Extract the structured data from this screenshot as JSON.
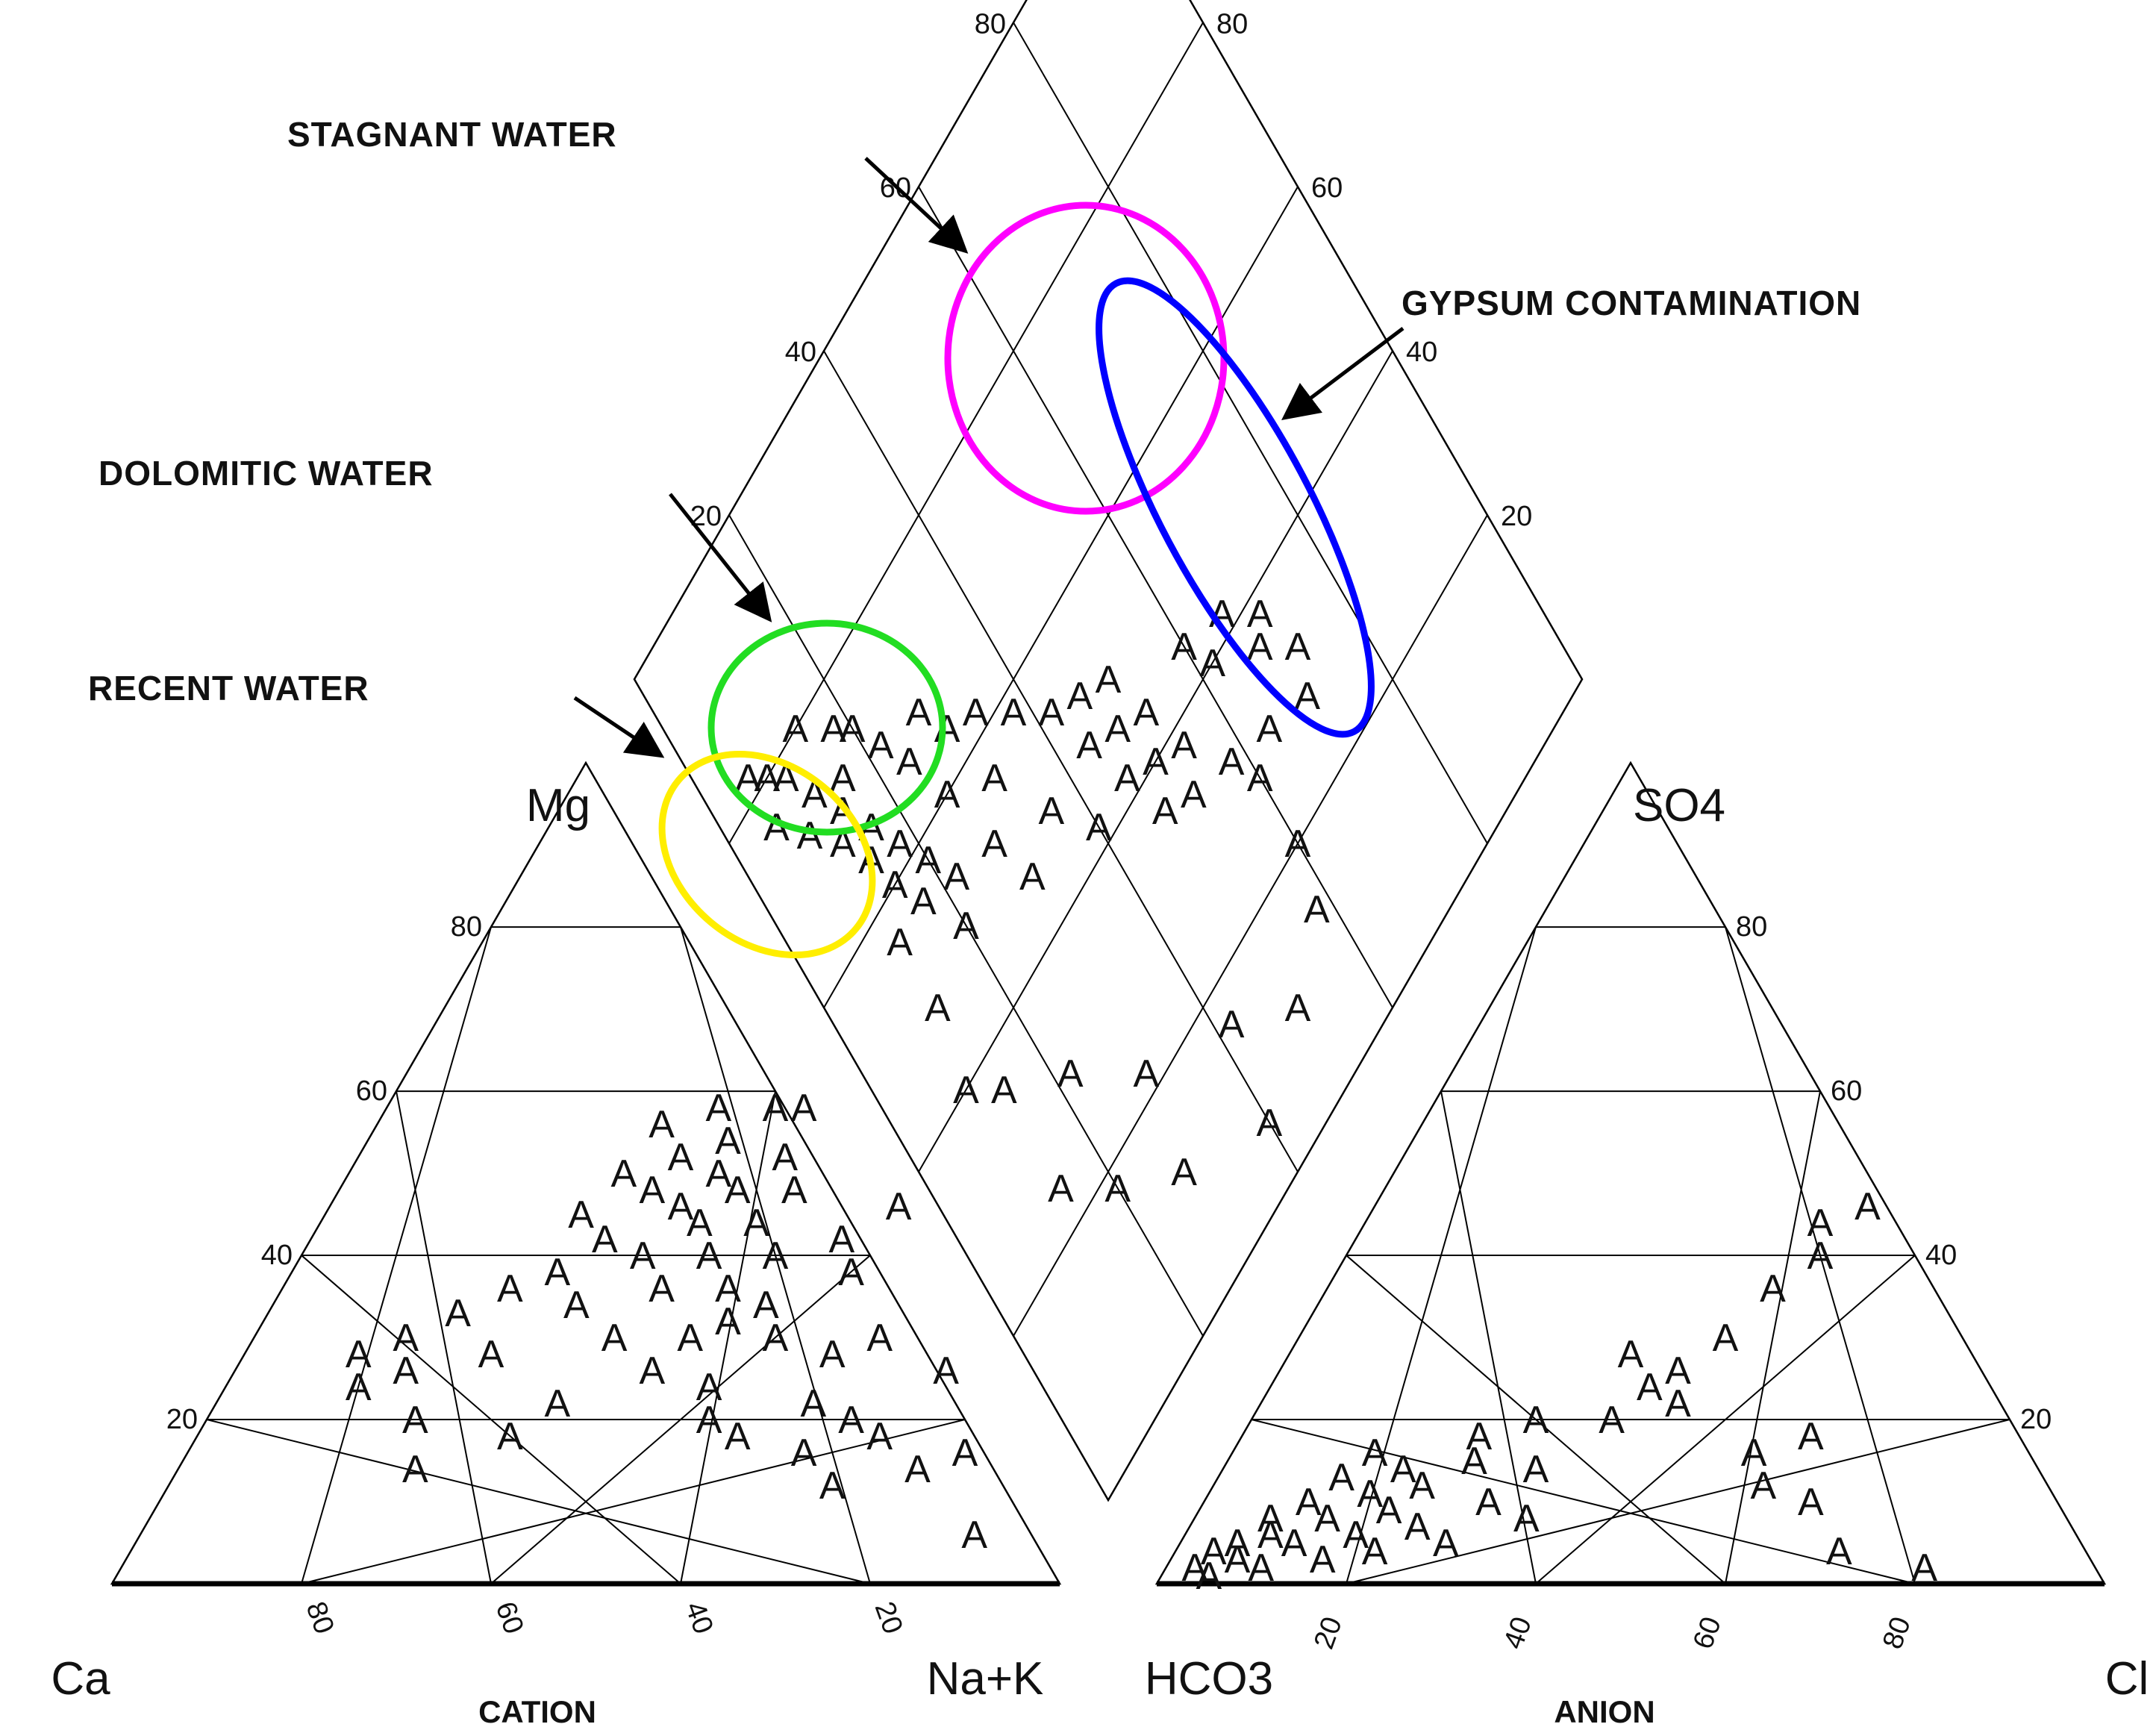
{
  "chart_data": {
    "type": "scatter",
    "subtype": "piper-trilinear",
    "marker": "A",
    "axis_labels": {
      "mg": "Mg",
      "ca": "Ca",
      "na_k": "Na+K",
      "so4": "SO4",
      "hco3": "HCO3",
      "cl": "Cl"
    },
    "captions": {
      "cation": "CATION",
      "anion": "ANION"
    },
    "tick_values": [
      "20",
      "40",
      "60",
      "80"
    ],
    "annotations": [
      {
        "id": "stagnant",
        "text": "STAGNANT WATER",
        "color": "#ff00ff"
      },
      {
        "id": "gypsum",
        "text": "GYPSUM CONTAMINATION",
        "color": "#0000ff"
      },
      {
        "id": "dolomitic",
        "text": "DOLOMITIC WATER",
        "color": "#22dd22"
      },
      {
        "id": "recent",
        "text": "RECENT WATER",
        "color": "#ffee00"
      }
    ],
    "cation_points": [
      {
        "na_k": 12,
        "mg": 28
      },
      {
        "na_k": 14,
        "mg": 24
      },
      {
        "na_k": 16,
        "mg": 30
      },
      {
        "na_k": 18,
        "mg": 26
      },
      {
        "na_k": 20,
        "mg": 33
      },
      {
        "na_k": 22,
        "mg": 20
      },
      {
        "na_k": 24,
        "mg": 36
      },
      {
        "na_k": 26,
        "mg": 28
      },
      {
        "na_k": 27,
        "mg": 45
      },
      {
        "na_k": 28,
        "mg": 38
      },
      {
        "na_k": 29,
        "mg": 50
      },
      {
        "na_k": 30,
        "mg": 56
      },
      {
        "na_k": 31,
        "mg": 42
      },
      {
        "na_k": 32,
        "mg": 34
      },
      {
        "na_k": 33,
        "mg": 48
      },
      {
        "na_k": 34,
        "mg": 52
      },
      {
        "na_k": 35,
        "mg": 58
      },
      {
        "na_k": 36,
        "mg": 40
      },
      {
        "na_k": 37,
        "mg": 46
      },
      {
        "na_k": 38,
        "mg": 30
      },
      {
        "na_k": 38,
        "mg": 54
      },
      {
        "na_k": 39,
        "mg": 50
      },
      {
        "na_k": 40,
        "mg": 44
      },
      {
        "na_k": 40,
        "mg": 36
      },
      {
        "na_k": 41,
        "mg": 58
      },
      {
        "na_k": 42,
        "mg": 48
      },
      {
        "na_k": 43,
        "mg": 40
      },
      {
        "na_k": 44,
        "mg": 26
      },
      {
        "na_k": 45,
        "mg": 52
      },
      {
        "na_k": 46,
        "mg": 44
      },
      {
        "na_k": 47,
        "mg": 36
      },
      {
        "na_k": 48,
        "mg": 48
      },
      {
        "na_k": 49,
        "mg": 32
      },
      {
        "na_k": 50,
        "mg": 40
      },
      {
        "na_k": 51,
        "mg": 24
      },
      {
        "na_k": 52,
        "mg": 34
      },
      {
        "na_k": 53,
        "mg": 20
      },
      {
        "na_k": 55,
        "mg": 30
      },
      {
        "na_k": 57,
        "mg": 18
      },
      {
        "na_k": 59,
        "mg": 38
      },
      {
        "na_k": 60,
        "mg": 46
      },
      {
        "na_k": 62,
        "mg": 28
      },
      {
        "na_k": 63,
        "mg": 22
      },
      {
        "na_k": 65,
        "mg": 16
      },
      {
        "na_k": 66,
        "mg": 30
      },
      {
        "na_k": 68,
        "mg": 20
      },
      {
        "na_k": 70,
        "mg": 12
      },
      {
        "na_k": 72,
        "mg": 18
      },
      {
        "na_k": 75,
        "mg": 26
      },
      {
        "na_k": 78,
        "mg": 14
      },
      {
        "na_k": 82,
        "mg": 16
      },
      {
        "na_k": 88,
        "mg": 6
      },
      {
        "na_k": 44,
        "mg": 58
      },
      {
        "na_k": 36,
        "mg": 22
      },
      {
        "na_k": 33,
        "mg": 18
      },
      {
        "na_k": 25,
        "mg": 14
      },
      {
        "na_k": 56,
        "mg": 42
      },
      {
        "na_k": 46,
        "mg": 30
      }
    ],
    "anion_points": [
      {
        "cl": 3,
        "so4": 2
      },
      {
        "cl": 4,
        "so4": 4
      },
      {
        "cl": 5,
        "so4": 1
      },
      {
        "cl": 6,
        "so4": 5
      },
      {
        "cl": 7,
        "so4": 3
      },
      {
        "cl": 8,
        "so4": 8
      },
      {
        "cl": 9,
        "so4": 6
      },
      {
        "cl": 10,
        "so4": 2
      },
      {
        "cl": 11,
        "so4": 10
      },
      {
        "cl": 12,
        "so4": 5
      },
      {
        "cl": 13,
        "so4": 13
      },
      {
        "cl": 14,
        "so4": 8
      },
      {
        "cl": 15,
        "so4": 16
      },
      {
        "cl": 16,
        "so4": 3
      },
      {
        "cl": 17,
        "so4": 11
      },
      {
        "cl": 18,
        "so4": 6
      },
      {
        "cl": 19,
        "so4": 14
      },
      {
        "cl": 20,
        "so4": 9
      },
      {
        "cl": 21,
        "so4": 4
      },
      {
        "cl": 22,
        "so4": 12
      },
      {
        "cl": 24,
        "so4": 7
      },
      {
        "cl": 26,
        "so4": 15
      },
      {
        "cl": 28,
        "so4": 5
      },
      {
        "cl": 30,
        "so4": 10
      },
      {
        "cl": 33,
        "so4": 14
      },
      {
        "cl": 35,
        "so4": 8
      },
      {
        "cl": 38,
        "so4": 20
      },
      {
        "cl": 40,
        "so4": 24
      },
      {
        "cl": 42,
        "so4": 26
      },
      {
        "cl": 45,
        "so4": 30
      },
      {
        "cl": 47,
        "so4": 36
      },
      {
        "cl": 50,
        "so4": 40
      },
      {
        "cl": 52,
        "so4": 46
      },
      {
        "cl": 55,
        "so4": 16
      },
      {
        "cl": 58,
        "so4": 12
      },
      {
        "cl": 60,
        "so4": 18
      },
      {
        "cl": 64,
        "so4": 10
      },
      {
        "cl": 70,
        "so4": 4
      },
      {
        "cl": 80,
        "so4": 2
      },
      {
        "cl": 36,
        "so4": 28
      },
      {
        "cl": 44,
        "so4": 22
      },
      {
        "cl": 48,
        "so4": 44
      },
      {
        "cl": 30,
        "so4": 20
      },
      {
        "cl": 25,
        "so4": 18
      }
    ],
    "diamond_points": [
      {
        "na_k": 18,
        "so4": 6
      },
      {
        "na_k": 20,
        "so4": 8
      },
      {
        "na_k": 22,
        "so4": 10
      },
      {
        "na_k": 24,
        "so4": 6
      },
      {
        "na_k": 26,
        "so4": 12
      },
      {
        "na_k": 28,
        "so4": 9
      },
      {
        "na_k": 30,
        "so4": 14
      },
      {
        "na_k": 32,
        "so4": 12
      },
      {
        "na_k": 34,
        "so4": 16
      },
      {
        "na_k": 36,
        "so4": 14
      },
      {
        "na_k": 38,
        "so4": 18
      },
      {
        "na_k": 40,
        "so4": 15
      },
      {
        "na_k": 42,
        "so4": 20
      },
      {
        "na_k": 44,
        "so4": 17
      },
      {
        "na_k": 46,
        "so4": 22
      },
      {
        "na_k": 20,
        "so4": 14
      },
      {
        "na_k": 24,
        "so4": 18
      },
      {
        "na_k": 28,
        "so4": 16
      },
      {
        "na_k": 26,
        "so4": 20
      },
      {
        "na_k": 30,
        "so4": 22
      },
      {
        "na_k": 34,
        "so4": 24
      },
      {
        "na_k": 32,
        "so4": 28
      },
      {
        "na_k": 36,
        "so4": 30
      },
      {
        "na_k": 40,
        "so4": 26
      },
      {
        "na_k": 38,
        "so4": 34
      },
      {
        "na_k": 44,
        "so4": 32
      },
      {
        "na_k": 42,
        "so4": 38
      },
      {
        "na_k": 46,
        "so4": 42
      },
      {
        "na_k": 48,
        "so4": 46
      },
      {
        "na_k": 50,
        "so4": 50
      },
      {
        "na_k": 52,
        "so4": 44
      },
      {
        "na_k": 54,
        "so4": 48
      },
      {
        "na_k": 56,
        "so4": 52
      },
      {
        "na_k": 58,
        "so4": 46
      },
      {
        "na_k": 60,
        "so4": 50
      },
      {
        "na_k": 62,
        "so4": 54
      },
      {
        "na_k": 64,
        "so4": 48
      },
      {
        "na_k": 66,
        "so4": 52
      },
      {
        "na_k": 68,
        "so4": 58
      },
      {
        "na_k": 70,
        "so4": 64
      },
      {
        "na_k": 72,
        "so4": 60
      },
      {
        "na_k": 56,
        "so4": 60
      },
      {
        "na_k": 60,
        "so4": 62
      },
      {
        "na_k": 64,
        "so4": 68
      },
      {
        "na_k": 52,
        "so4": 36
      },
      {
        "na_k": 58,
        "so4": 40
      },
      {
        "na_k": 54,
        "so4": 30
      },
      {
        "na_k": 48,
        "so4": 28
      },
      {
        "na_k": 50,
        "so4": 20
      },
      {
        "na_k": 44,
        "so4": 12
      },
      {
        "na_k": 52,
        "so4": 12
      },
      {
        "na_k": 60,
        "so4": 10
      },
      {
        "na_k": 64,
        "so4": 14
      },
      {
        "na_k": 70,
        "so4": 22
      },
      {
        "na_k": 78,
        "so4": 30
      },
      {
        "na_k": 84,
        "so4": 42
      },
      {
        "na_k": 90,
        "so4": 50
      },
      {
        "na_k": 94,
        "so4": 40
      },
      {
        "na_k": 86,
        "so4": 58
      },
      {
        "na_k": 80,
        "so4": 60
      },
      {
        "na_k": 72,
        "so4": 70
      },
      {
        "na_k": 68,
        "so4": 72
      },
      {
        "na_k": 62,
        "so4": 70
      },
      {
        "na_k": 58,
        "so4": 66
      },
      {
        "na_k": 88,
        "so4": 28
      },
      {
        "na_k": 76,
        "so4": 14
      },
      {
        "na_k": 82,
        "so4": 20
      }
    ]
  }
}
